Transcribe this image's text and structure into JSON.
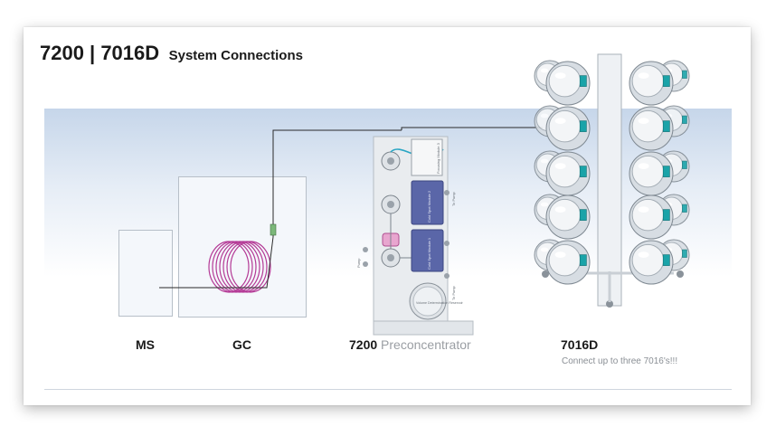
{
  "title": {
    "main": "7200 | 7016D",
    "sub": "System Connections"
  },
  "labels": {
    "ms": "MS",
    "gc": "GC",
    "preconcentrator_model": "7200",
    "preconcentrator_name": "Preconcentrator",
    "autosampler": "7016D",
    "autosampler_note": "Connect up to three 7016's!!!"
  },
  "preconcentrator_panel": {
    "module_labels": [
      "Focusing Module 3",
      "Cold Spot Module 2",
      "Cold Spot Module 1"
    ],
    "reservoir_label": "Volume Determination Reservoir",
    "side_labels": [
      "Pump",
      "To Pump",
      "To Pump"
    ]
  },
  "colors": {
    "transfer_line": "#2a2a2a",
    "gc_column_coil": "#b43a96",
    "module_blue": "#5a66a8",
    "canister_highlight": "#1aa3a8",
    "panel_gradient_top": "#c6d6ea"
  }
}
